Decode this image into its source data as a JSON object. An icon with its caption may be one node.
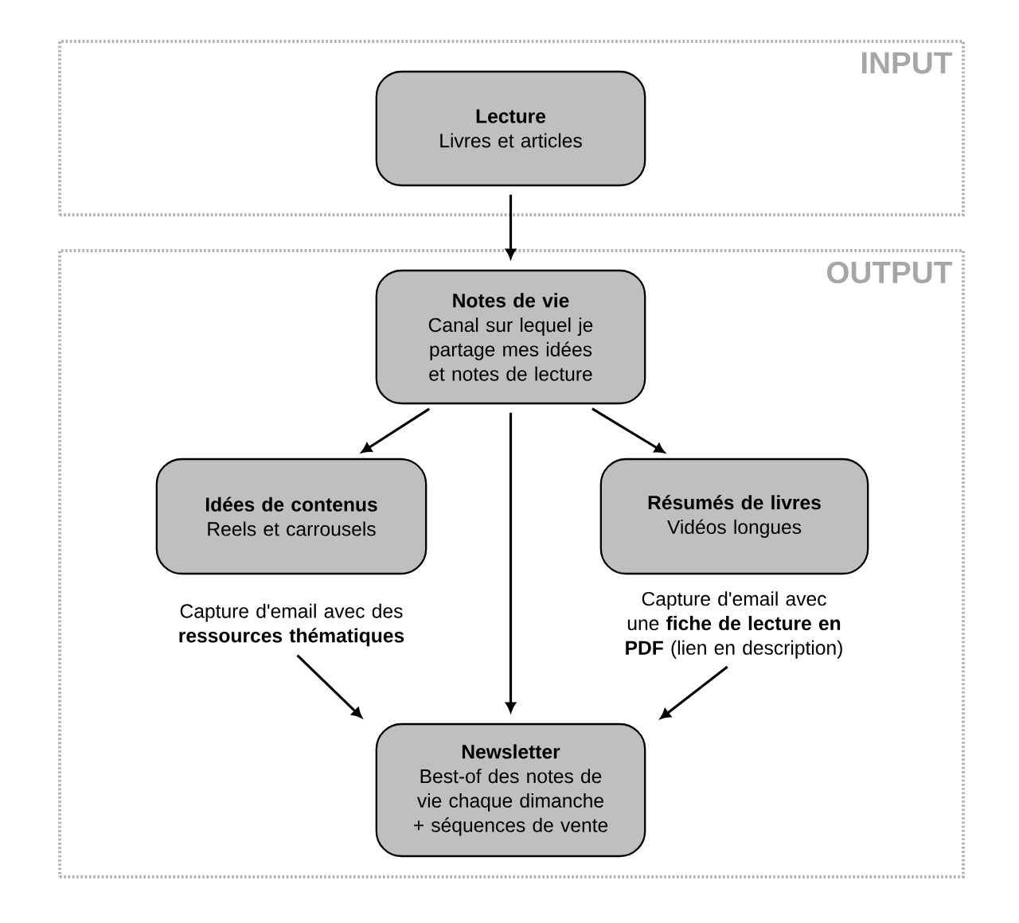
{
  "diagram": {
    "nodes": [
      {
        "text": [
          "INPUT"
        ]
      },
      {
        "text": [
          "Lecture",
          "Livres et articles"
        ],
        "in": 0
      },
      {
        "text": [
          "OUTPUT"
        ]
      },
      {
        "text": [
          "Notes de vie",
          "Canal sur lequel je partage mes idées et notes de lecture"
        ],
        "in": 2
      },
      {
        "text": [
          "Idées de contenus",
          "Reels et carrousels"
        ],
        "in": 2
      },
      {
        "text": [
          "Résumés de livres",
          "Vidéos longues"
        ],
        "in": 2
      },
      {
        "text": [
          "Newsletter",
          "Best-of des notes de vie chaque dimanche + séquences de vente"
        ],
        "in": 2
      },
      {
        "text": [
          "Capture d'email avec des **ressources thématiques**"
        ],
        "in": 2
      },
      {
        "text": [
          "Capture d'email avec une **fiche de lecture en PDF** (lien en description)"
        ],
        "in": 2
      }
    ],
    "edges": [
      {
        "from": 1,
        "to": 3,
        "arrow": "to"
      },
      {
        "from": 3,
        "to": 4,
        "arrow": "to"
      },
      {
        "from": 3,
        "to": 6,
        "arrow": "to"
      },
      {
        "from": 3,
        "to": 5,
        "arrow": "to"
      },
      {
        "from": 7,
        "to": 6,
        "arrow": "to"
      },
      {
        "from": 8,
        "to": 6,
        "arrow": "to"
      }
    ]
  }
}
